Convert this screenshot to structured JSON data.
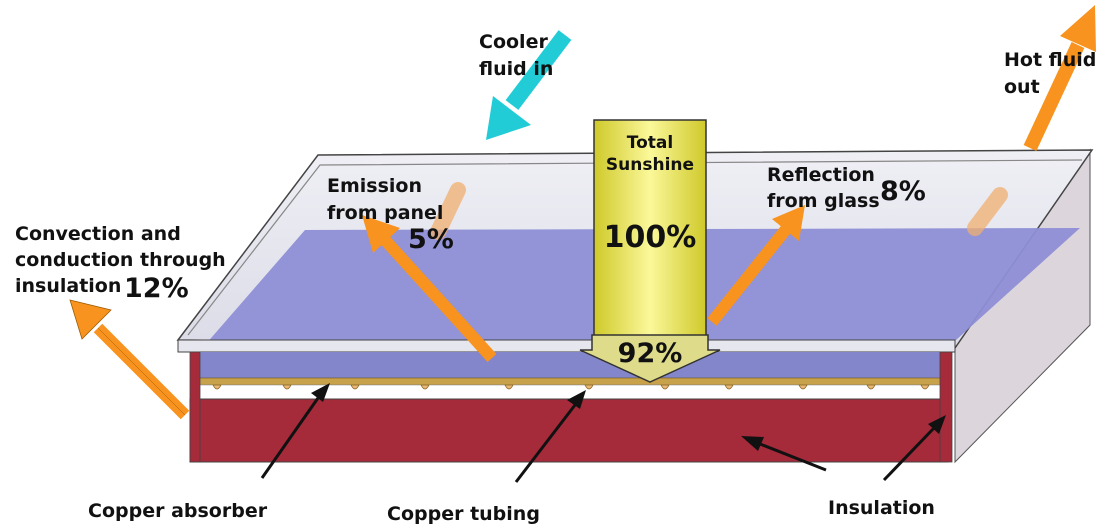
{
  "labels": {
    "cooler_fluid_in": [
      "Cooler",
      "fluid in"
    ],
    "hot_fluid_out": [
      "Hot fluid",
      "out"
    ],
    "total_sunshine": [
      "Total",
      "Sunshine"
    ],
    "total_sunshine_pct": "100%",
    "absorbed_pct": "92%",
    "emission": [
      "Emission",
      "from panel"
    ],
    "emission_pct": "5%",
    "reflection": [
      "Reflection",
      "from glass"
    ],
    "reflection_pct": "8%",
    "convection": [
      "Convection and",
      "conduction through",
      "insulation"
    ],
    "convection_pct": "12%",
    "copper_absorber": "Copper absorber",
    "copper_tubing": "Copper tubing",
    "insulation": "Insulation"
  },
  "colors": {
    "heat_arrow": "#f7931e",
    "cold_arrow": "#22ccd6",
    "glass_tint": "#8e8ed6",
    "insulation": "#a52a3a",
    "sunshine_box": "#f2ee5a",
    "copper": "#c8a24a"
  }
}
